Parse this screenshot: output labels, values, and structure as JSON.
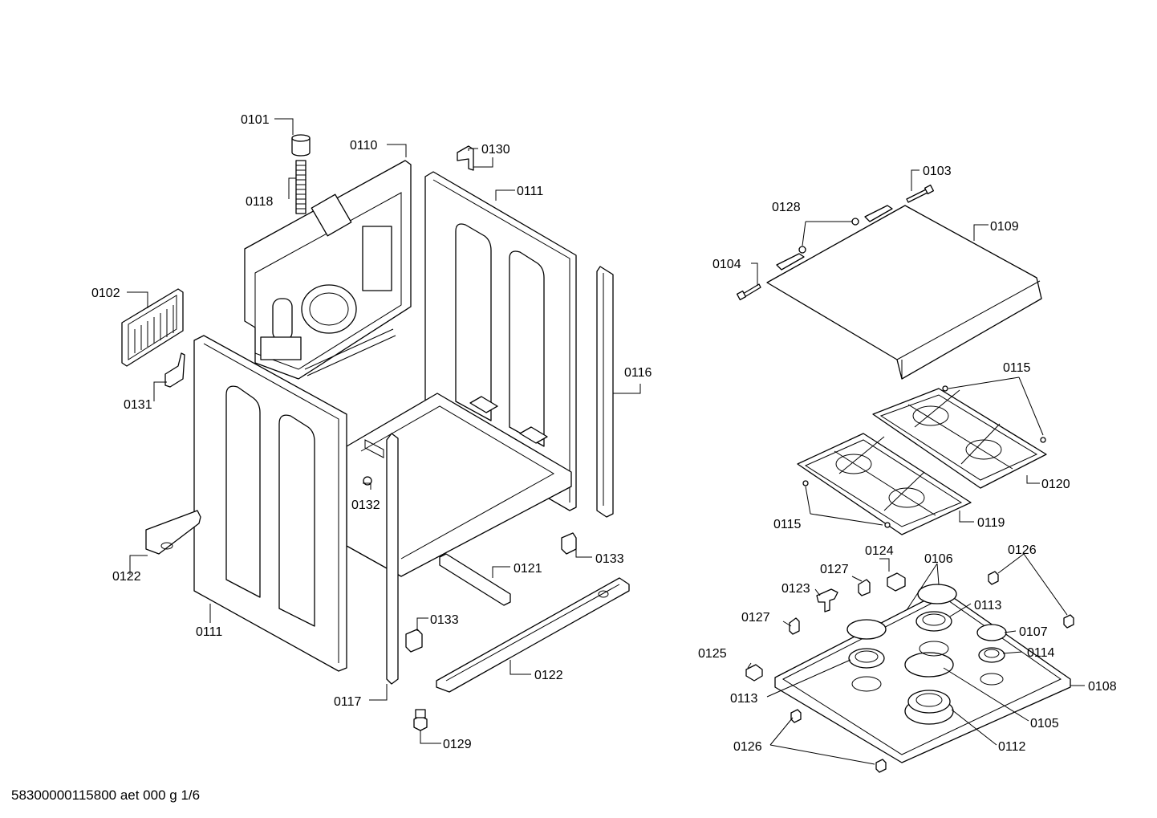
{
  "footer": "58300000115800 aet 000 g 1/6",
  "labels": {
    "l0101": "0101",
    "l0110": "0110",
    "l0130": "0130",
    "l0118": "0118",
    "l0111a": "0111",
    "l0102": "0102",
    "l0116": "0116",
    "l0131": "0131",
    "l0132": "0132",
    "l0122a": "0122",
    "l0111b": "0111",
    "l0121": "0121",
    "l0133a": "0133",
    "l0133b": "0133",
    "l0122b": "0122",
    "l0117": "0117",
    "l0129": "0129",
    "l0103": "0103",
    "l0128": "0128",
    "l0109": "0109",
    "l0104": "0104",
    "l0115a": "0115",
    "l0120": "0120",
    "l0115b": "0115",
    "l0119": "0119",
    "l0124": "0124",
    "l0106": "0106",
    "l0126a": "0126",
    "l0127a": "0127",
    "l0123": "0123",
    "l0113a": "0113",
    "l0127b": "0127",
    "l0107": "0107",
    "l0114": "0114",
    "l0125": "0125",
    "l0108": "0108",
    "l0113b": "0113",
    "l0105": "0105",
    "l0126b": "0126",
    "l0112": "0112"
  }
}
